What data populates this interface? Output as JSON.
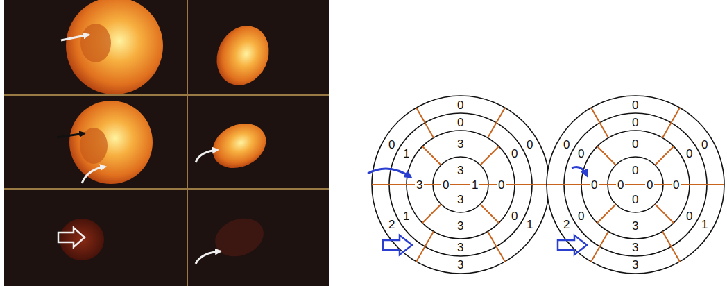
{
  "diagram": {
    "labels": [
      "0",
      "0",
      "1",
      "3",
      "2",
      "0",
      "0",
      "0",
      "0",
      "3",
      "1",
      "1",
      "3",
      "0",
      "3",
      "3",
      "3",
      "1",
      "3",
      "0",
      "0",
      "0",
      "1",
      "3",
      "2",
      "0",
      "0",
      "0",
      "0",
      "3",
      "0",
      "0",
      "0",
      "0",
      "3",
      "0",
      "0",
      "0",
      "0",
      "0"
    ]
  }
}
